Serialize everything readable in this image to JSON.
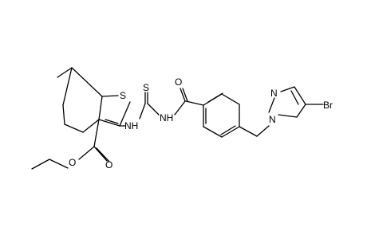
{
  "molecule": {
    "atoms": {
      "S_thiophene": "S",
      "NH_left": "NH",
      "S_thio": "S",
      "NH_right": "NH",
      "O_amide": "O",
      "O_ester_carbonyl": "O",
      "O_ester": "O",
      "N1_pyrazole": "N",
      "N2_pyrazole": "N",
      "Br": "Br"
    }
  }
}
